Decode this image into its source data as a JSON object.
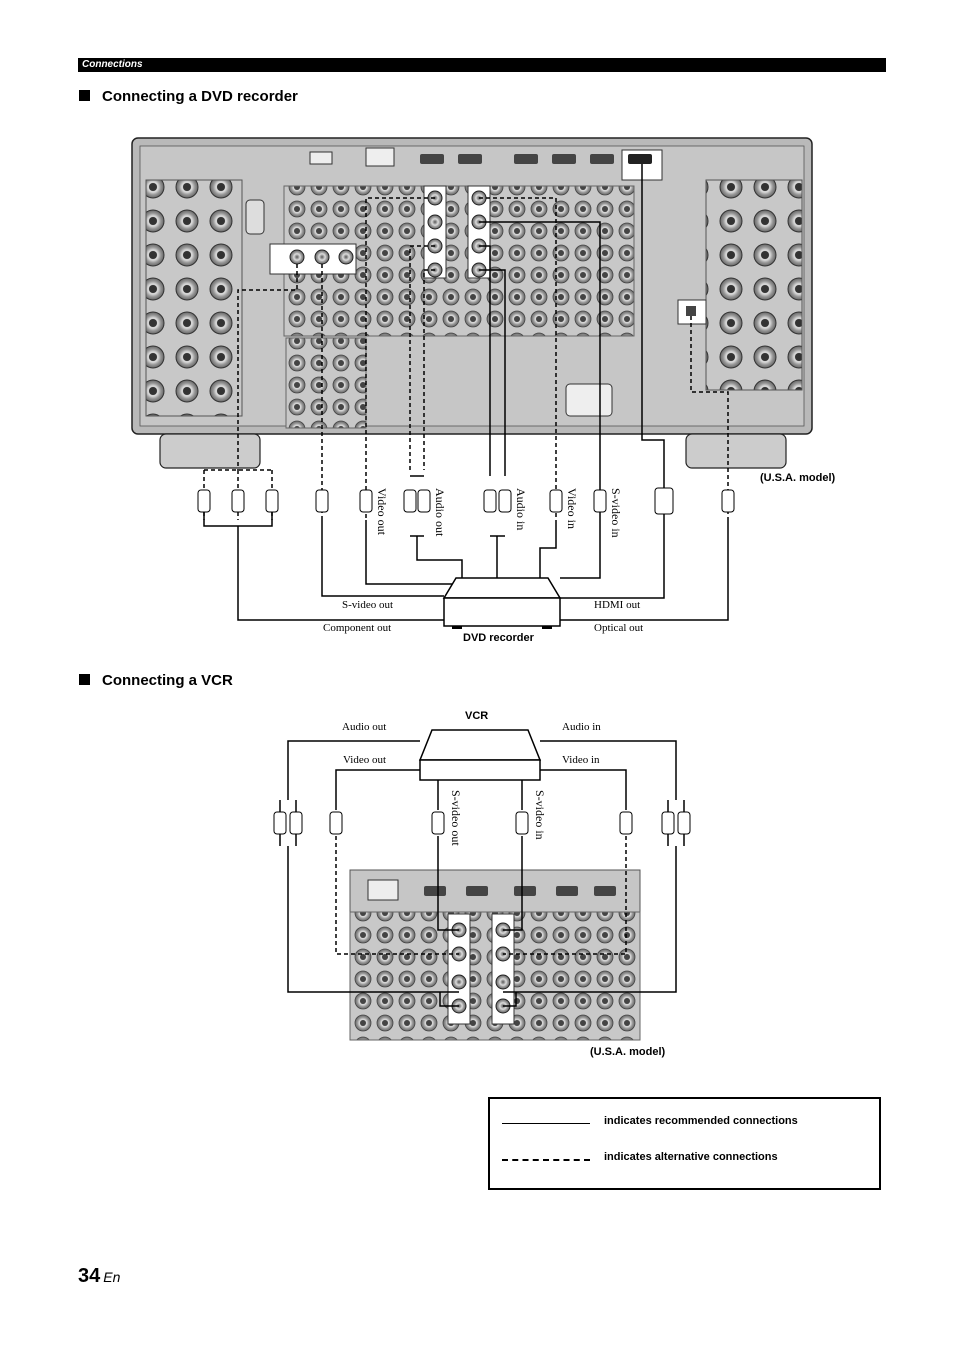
{
  "header": {
    "section": "Connections"
  },
  "dvd_section": {
    "title": "Connecting a DVD recorder",
    "device": "DVD recorder",
    "model_note": "(U.S.A. model)",
    "labels": {
      "svideo_out": "S-video out",
      "component_out": "Component out",
      "hdmi_out": "HDMI out",
      "optical_out": "Optical out",
      "video_out": "Video out",
      "audio_out": "Audio out",
      "audio_in": "Audio in",
      "video_in": "Video in",
      "svideo_in": "S-video in"
    }
  },
  "vcr_section": {
    "title": "Connecting a VCR",
    "device": "VCR",
    "model_note": "(U.S.A. model)",
    "labels": {
      "audio_out": "Audio out",
      "video_out": "Video out",
      "audio_in": "Audio in",
      "video_in": "Video in",
      "svideo_out": "S-video out",
      "svideo_in": "S-video in"
    }
  },
  "legend": {
    "recommended": "indicates recommended connections",
    "alternative": "indicates alternative connections"
  },
  "page": {
    "number": "34",
    "lang": "En"
  }
}
